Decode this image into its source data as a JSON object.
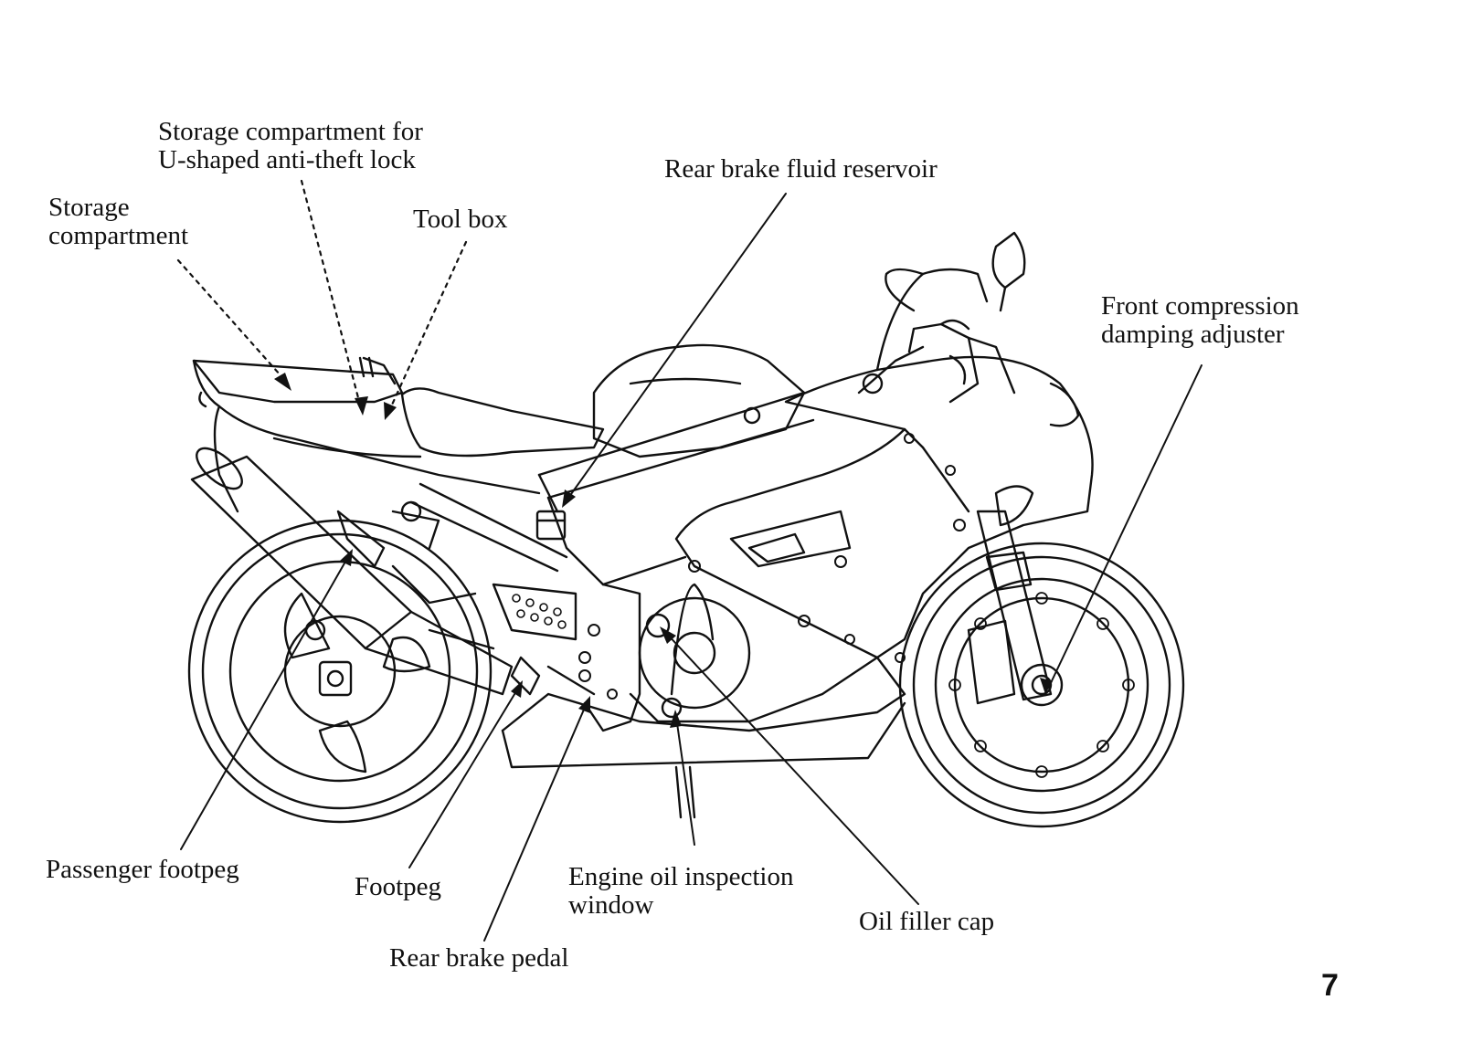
{
  "labels": {
    "storage_u_lock": "Storage compartment for\nU-shaped anti-theft lock",
    "storage_compartment": "Storage\ncompartment",
    "tool_box": "Tool box",
    "rear_brake_fluid_reservoir": "Rear brake fluid reservoir",
    "front_compression_damping_adjuster": "Front compression\ndamping adjuster",
    "passenger_footpeg": "Passenger footpeg",
    "footpeg": "Footpeg",
    "engine_oil_inspection_window": "Engine oil inspection\nwindow",
    "oil_filler_cap": "Oil filler cap",
    "rear_brake_pedal": "Rear brake pedal"
  },
  "page_number": "7",
  "colors": {
    "ink": "#111111",
    "paper": "#ffffff"
  }
}
